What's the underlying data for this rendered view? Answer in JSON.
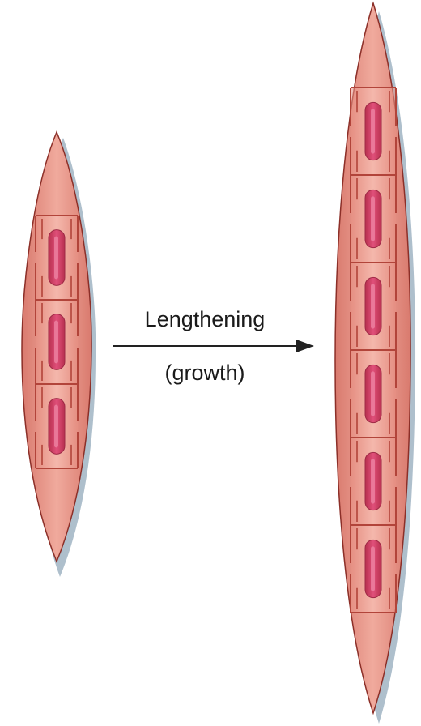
{
  "diagram": {
    "arrow_label_line1": "Lengthening",
    "arrow_label_line2": "(growth)",
    "short_fiber_units": 3,
    "long_fiber_units": 6
  },
  "colors": {
    "fiber_fill": "#e8968a",
    "fiber_edge": "#8c2f28",
    "shadow": "#aebfcc",
    "sarcomere_line": "#b2443a",
    "myosin_fill": "#c93d63",
    "arrow": "#222222"
  }
}
